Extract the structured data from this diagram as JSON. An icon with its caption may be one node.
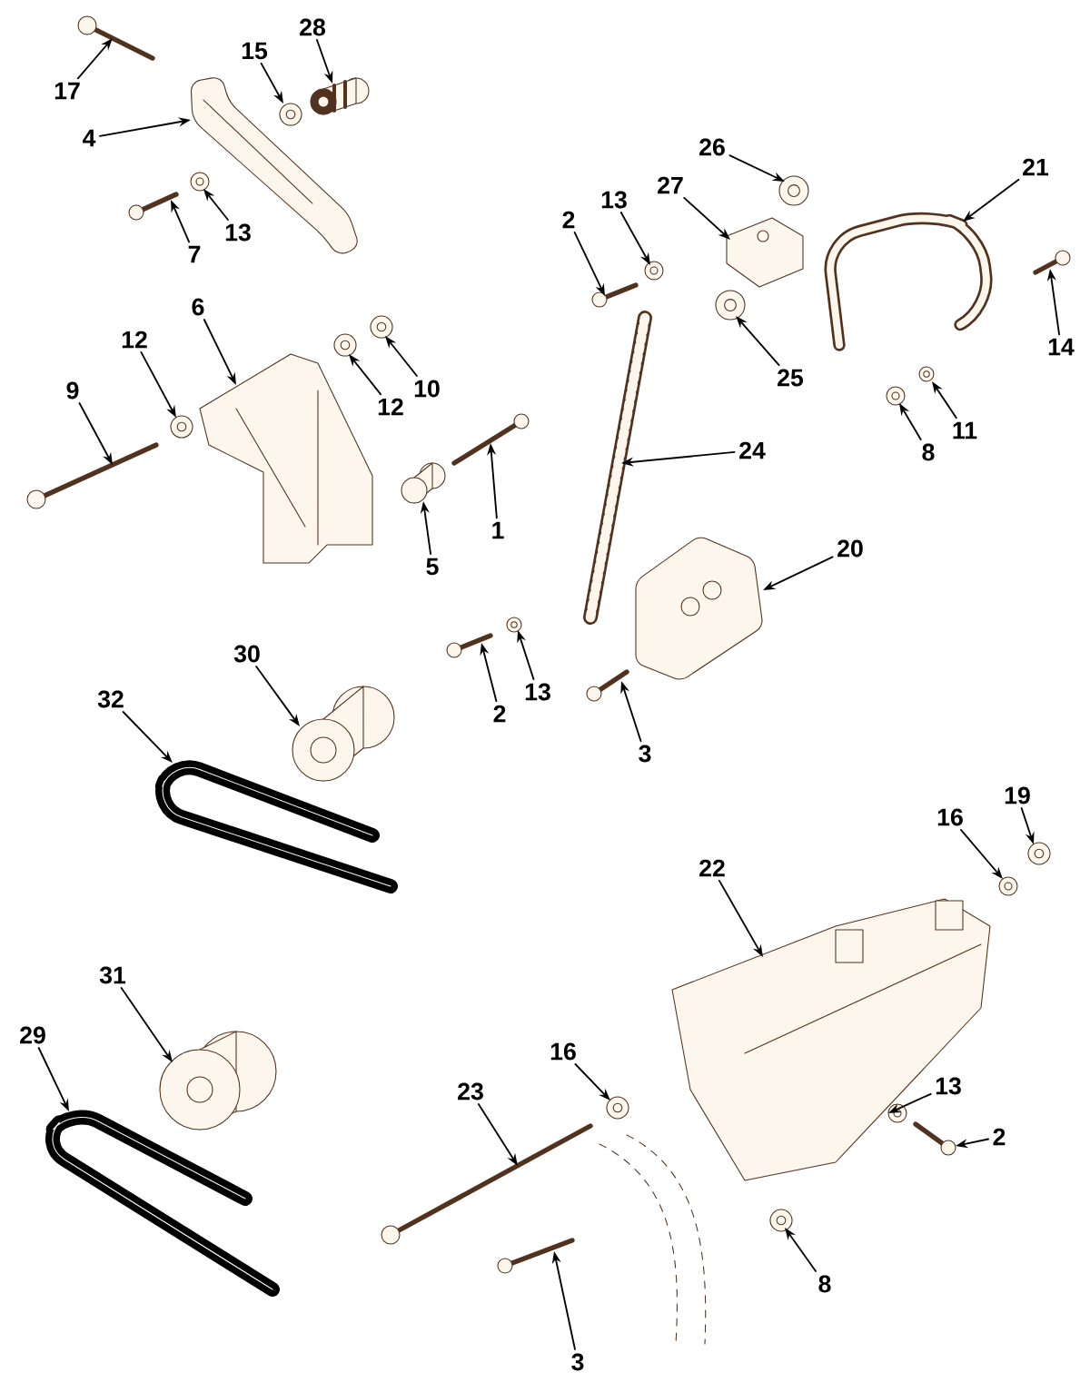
{
  "diagram": {
    "nodes": [
      {
        "text": [
          "17"
        ]
      },
      {
        "text": [
          "4"
        ]
      },
      {
        "text": [
          "15"
        ]
      },
      {
        "text": [
          "28"
        ]
      },
      {
        "text": [
          "7"
        ]
      },
      {
        "text": [
          "13"
        ]
      },
      {
        "text": [
          "6"
        ]
      },
      {
        "text": [
          "12"
        ]
      },
      {
        "text": [
          "9"
        ]
      },
      {
        "text": [
          "12"
        ]
      },
      {
        "text": [
          "10"
        ]
      },
      {
        "text": [
          "1"
        ]
      },
      {
        "text": [
          "5"
        ]
      },
      {
        "text": [
          "2"
        ]
      },
      {
        "text": [
          "13"
        ]
      },
      {
        "text": [
          "27"
        ]
      },
      {
        "text": [
          "26"
        ]
      },
      {
        "text": [
          "21"
        ]
      },
      {
        "text": [
          "14"
        ]
      },
      {
        "text": [
          "25"
        ]
      },
      {
        "text": [
          "8"
        ]
      },
      {
        "text": [
          "11"
        ]
      },
      {
        "text": [
          "24"
        ]
      },
      {
        "text": [
          "20"
        ]
      },
      {
        "text": [
          "2"
        ]
      },
      {
        "text": [
          "13"
        ]
      },
      {
        "text": [
          "3"
        ]
      },
      {
        "text": [
          "30"
        ]
      },
      {
        "text": [
          "32"
        ]
      },
      {
        "text": [
          "31"
        ]
      },
      {
        "text": [
          "29"
        ]
      },
      {
        "text": [
          "22"
        ]
      },
      {
        "text": [
          "16"
        ]
      },
      {
        "text": [
          "19"
        ]
      },
      {
        "text": [
          "16"
        ]
      },
      {
        "text": [
          "23"
        ]
      },
      {
        "text": [
          "13"
        ]
      },
      {
        "text": [
          "2"
        ]
      },
      {
        "text": [
          "8"
        ]
      },
      {
        "text": [
          "3"
        ]
      },
      {
        "text": [],
        "shape": "picture"
      },
      {
        "text": [],
        "shape": "picture"
      },
      {
        "text": [],
        "shape": "picture"
      },
      {
        "text": [],
        "shape": "picture"
      },
      {
        "text": [],
        "shape": "picture"
      },
      {
        "text": [],
        "shape": "picture"
      },
      {
        "text": [],
        "shape": "picture"
      },
      {
        "text": [],
        "shape": "picture"
      },
      {
        "text": [],
        "shape": "picture"
      },
      {
        "text": [],
        "shape": "picture"
      },
      {
        "text": [],
        "shape": "picture"
      },
      {
        "text": [],
        "shape": "picture"
      },
      {
        "text": [],
        "shape": "picture"
      },
      {
        "text": [],
        "shape": "picture"
      },
      {
        "text": [],
        "shape": "picture"
      },
      {
        "text": [],
        "shape": "picture"
      },
      {
        "text": [],
        "shape": "picture"
      },
      {
        "text": [],
        "shape": "picture"
      },
      {
        "text": [],
        "shape": "picture"
      },
      {
        "text": [],
        "shape": "picture"
      },
      {
        "text": [],
        "shape": "picture"
      },
      {
        "text": [],
        "shape": "picture"
      },
      {
        "text": [],
        "shape": "picture"
      },
      {
        "text": [],
        "shape": "picture"
      },
      {
        "text": [],
        "shape": "picture"
      },
      {
        "text": [],
        "shape": "picture"
      },
      {
        "text": [],
        "shape": "picture"
      },
      {
        "text": [],
        "shape": "picture"
      },
      {
        "text": [],
        "shape": "picture"
      },
      {
        "text": [],
        "shape": "picture"
      },
      {
        "text": [],
        "shape": "picture"
      },
      {
        "text": [],
        "shape": "picture"
      },
      {
        "text": [],
        "shape": "picture"
      },
      {
        "text": [],
        "shape": "picture"
      },
      {
        "text": [],
        "shape": "picture"
      },
      {
        "text": [],
        "shape": "picture"
      },
      {
        "text": [],
        "shape": "picture"
      },
      {
        "text": [],
        "shape": "picture"
      },
      {
        "text": [],
        "shape": "picture"
      },
      {
        "text": [],
        "shape": "picture"
      }
    ],
    "edges": [
      {
        "from": 0,
        "to": 40,
        "arrow": "to"
      },
      {
        "from": 1,
        "to": 41,
        "arrow": "to"
      },
      {
        "from": 2,
        "to": 42,
        "arrow": "to"
      },
      {
        "from": 3,
        "to": 43,
        "arrow": "to"
      },
      {
        "from": 4,
        "to": 44,
        "arrow": "to"
      },
      {
        "from": 5,
        "to": 45,
        "arrow": "to"
      },
      {
        "from": 6,
        "to": 46,
        "arrow": "to"
      },
      {
        "from": 7,
        "to": 47,
        "arrow": "to"
      },
      {
        "from": 8,
        "to": 48,
        "arrow": "to"
      },
      {
        "from": 9,
        "to": 49,
        "arrow": "to"
      },
      {
        "from": 10,
        "to": 50,
        "arrow": "to"
      },
      {
        "from": 11,
        "to": 51,
        "arrow": "to"
      },
      {
        "from": 12,
        "to": 52,
        "arrow": "to"
      },
      {
        "from": 13,
        "to": 53,
        "arrow": "to"
      },
      {
        "from": 14,
        "to": 54,
        "arrow": "to"
      },
      {
        "from": 15,
        "to": 55,
        "arrow": "to"
      },
      {
        "from": 16,
        "to": 56,
        "arrow": "to"
      },
      {
        "from": 17,
        "to": 57,
        "arrow": "to"
      },
      {
        "from": 18,
        "to": 58,
        "arrow": "to"
      },
      {
        "from": 19,
        "to": 59,
        "arrow": "to"
      },
      {
        "from": 20,
        "to": 60,
        "arrow": "to"
      },
      {
        "from": 21,
        "to": 61,
        "arrow": "to"
      },
      {
        "from": 22,
        "to": 62,
        "arrow": "to"
      },
      {
        "from": 23,
        "to": 63,
        "arrow": "to"
      },
      {
        "from": 24,
        "to": 64,
        "arrow": "to"
      },
      {
        "from": 25,
        "to": 65,
        "arrow": "to"
      },
      {
        "from": 26,
        "to": 66,
        "arrow": "to"
      },
      {
        "from": 27,
        "to": 67,
        "arrow": "to"
      },
      {
        "from": 28,
        "to": 68,
        "arrow": "to"
      },
      {
        "from": 29,
        "to": 69,
        "arrow": "to"
      },
      {
        "from": 30,
        "to": 70,
        "arrow": "to"
      },
      {
        "from": 31,
        "to": 71,
        "arrow": "to"
      },
      {
        "from": 32,
        "to": 72,
        "arrow": "to"
      },
      {
        "from": 33,
        "to": 73,
        "arrow": "to"
      },
      {
        "from": 34,
        "to": 74,
        "arrow": "to"
      },
      {
        "from": 35,
        "to": 75,
        "arrow": "to"
      },
      {
        "from": 36,
        "to": 76,
        "arrow": "to"
      },
      {
        "from": 37,
        "to": 77,
        "arrow": "to"
      },
      {
        "from": 38,
        "to": 78,
        "arrow": "to"
      },
      {
        "from": 39,
        "to": 79,
        "arrow": "to"
      }
    ]
  }
}
